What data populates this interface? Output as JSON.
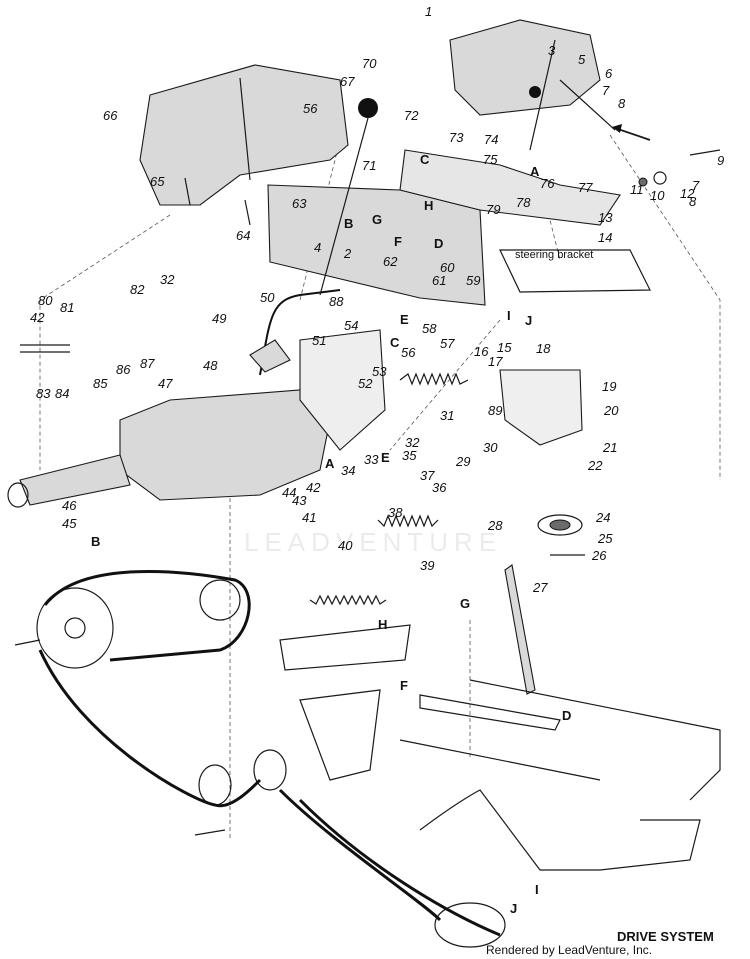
{
  "diagram": {
    "title": "DRIVE SYSTEM",
    "credit": "Rendered by LeadVenture, Inc.",
    "watermark": "LEADVENTURE",
    "annotation": "steering bracket"
  },
  "part_numbers": [
    "1",
    "3",
    "5",
    "6",
    "7",
    "8",
    "9",
    "10",
    "11",
    "12",
    "7",
    "8",
    "13",
    "14",
    "2",
    "4",
    "20",
    "21",
    "22",
    "24",
    "25",
    "26",
    "27",
    "28",
    "29",
    "30",
    "31",
    "32",
    "32",
    "33",
    "34",
    "35",
    "36",
    "37",
    "38",
    "39",
    "40",
    "41",
    "42",
    "42",
    "43",
    "44",
    "45",
    "46",
    "47",
    "48",
    "49",
    "50",
    "51",
    "52",
    "53",
    "54",
    "56",
    "56",
    "57",
    "58",
    "59",
    "60",
    "61",
    "62",
    "63",
    "64",
    "65",
    "66",
    "67",
    "70",
    "71",
    "72",
    "73",
    "74",
    "75",
    "76",
    "77",
    "78",
    "79",
    "80",
    "81",
    "82",
    "83",
    "84",
    "85",
    "86",
    "87",
    "88",
    "89",
    "15",
    "16",
    "17",
    "18",
    "19"
  ],
  "reference_letters": [
    "A",
    "B",
    "C",
    "D",
    "E",
    "F",
    "G",
    "H",
    "I",
    "J",
    "A",
    "B",
    "C",
    "D",
    "E",
    "F",
    "G",
    "H",
    "I",
    "J"
  ]
}
